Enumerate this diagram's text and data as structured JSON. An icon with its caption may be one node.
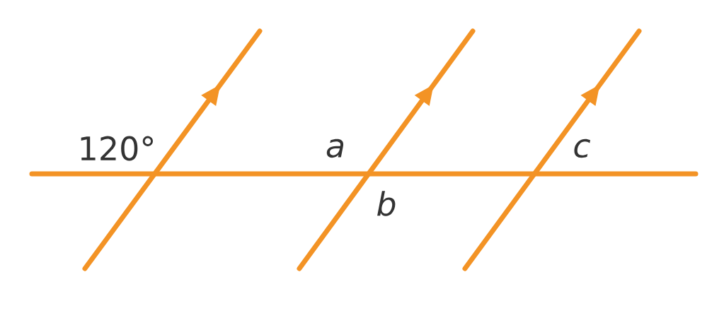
{
  "diagram": {
    "labels": [
      "120°",
      "a",
      "b",
      "c"
    ]
  }
}
